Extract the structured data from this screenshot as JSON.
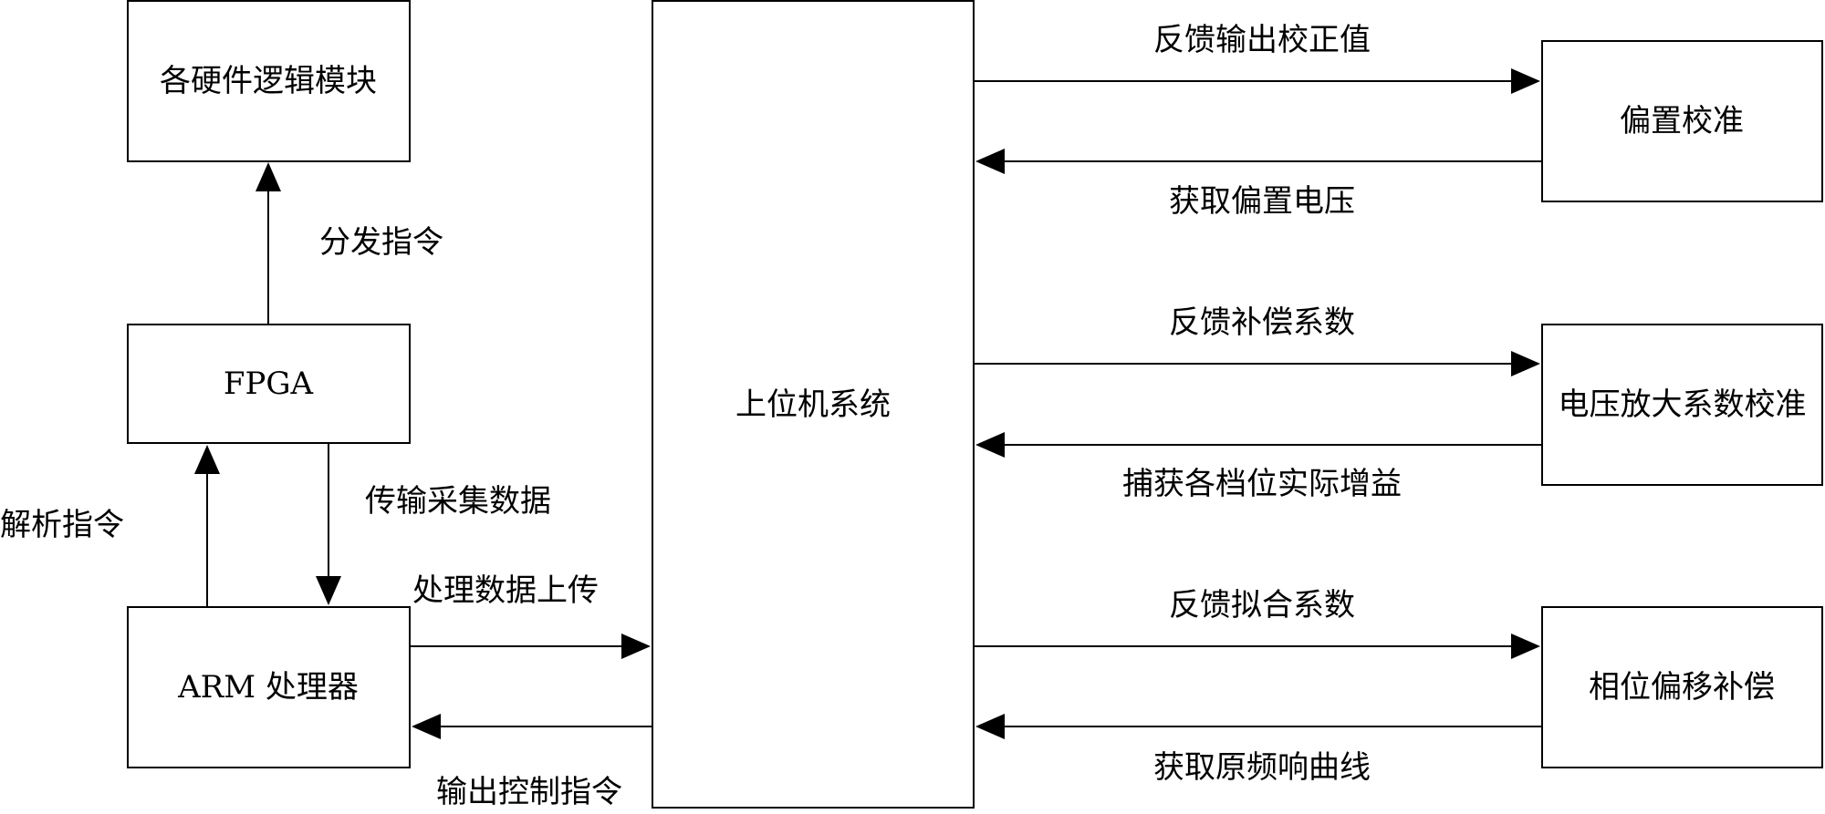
{
  "nodes": {
    "hardware": "各硬件逻辑模块",
    "fpga": "FPGA",
    "arm": "ARM 处理器",
    "host": "上位机系统",
    "bias": "偏置校准",
    "gain": "电压放大系数校准",
    "phase": "相位偏移补偿"
  },
  "edges": {
    "dispatch": "分发指令",
    "parse": "解析指令",
    "transfer": "传输采集数据",
    "upload": "处理数据上传",
    "control": "输出控制指令",
    "bias_out": "反馈输出校正值",
    "bias_in": "获取偏置电压",
    "gain_out": "反馈补偿系数",
    "gain_in": "捕获各档位实际增益",
    "phase_out": "反馈拟合系数",
    "phase_in": "获取原频响曲线"
  }
}
